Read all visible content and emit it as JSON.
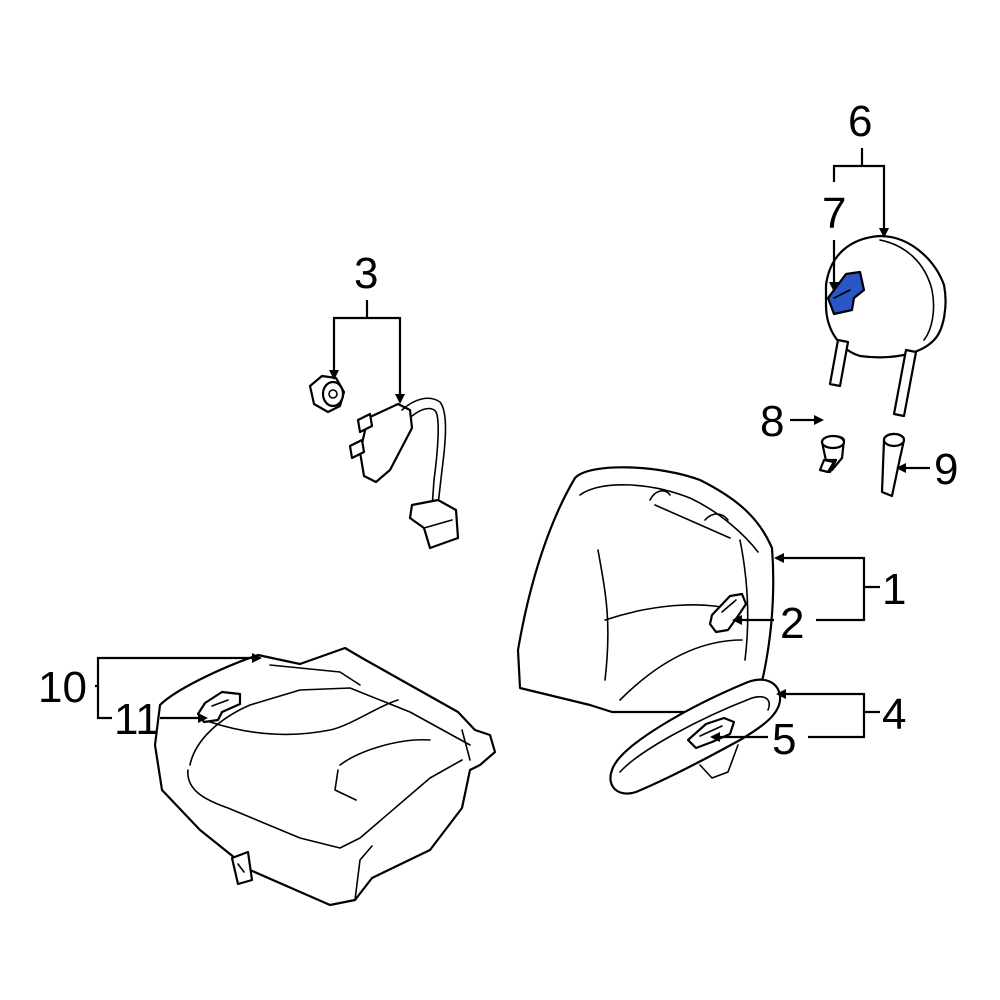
{
  "callouts": {
    "1": "1",
    "2": "2",
    "3": "3",
    "4": "4",
    "5": "5",
    "6": "6",
    "7": "7",
    "8": "8",
    "9": "9",
    "10": "10",
    "11": "11"
  },
  "highlight_color": "#2a57c8"
}
